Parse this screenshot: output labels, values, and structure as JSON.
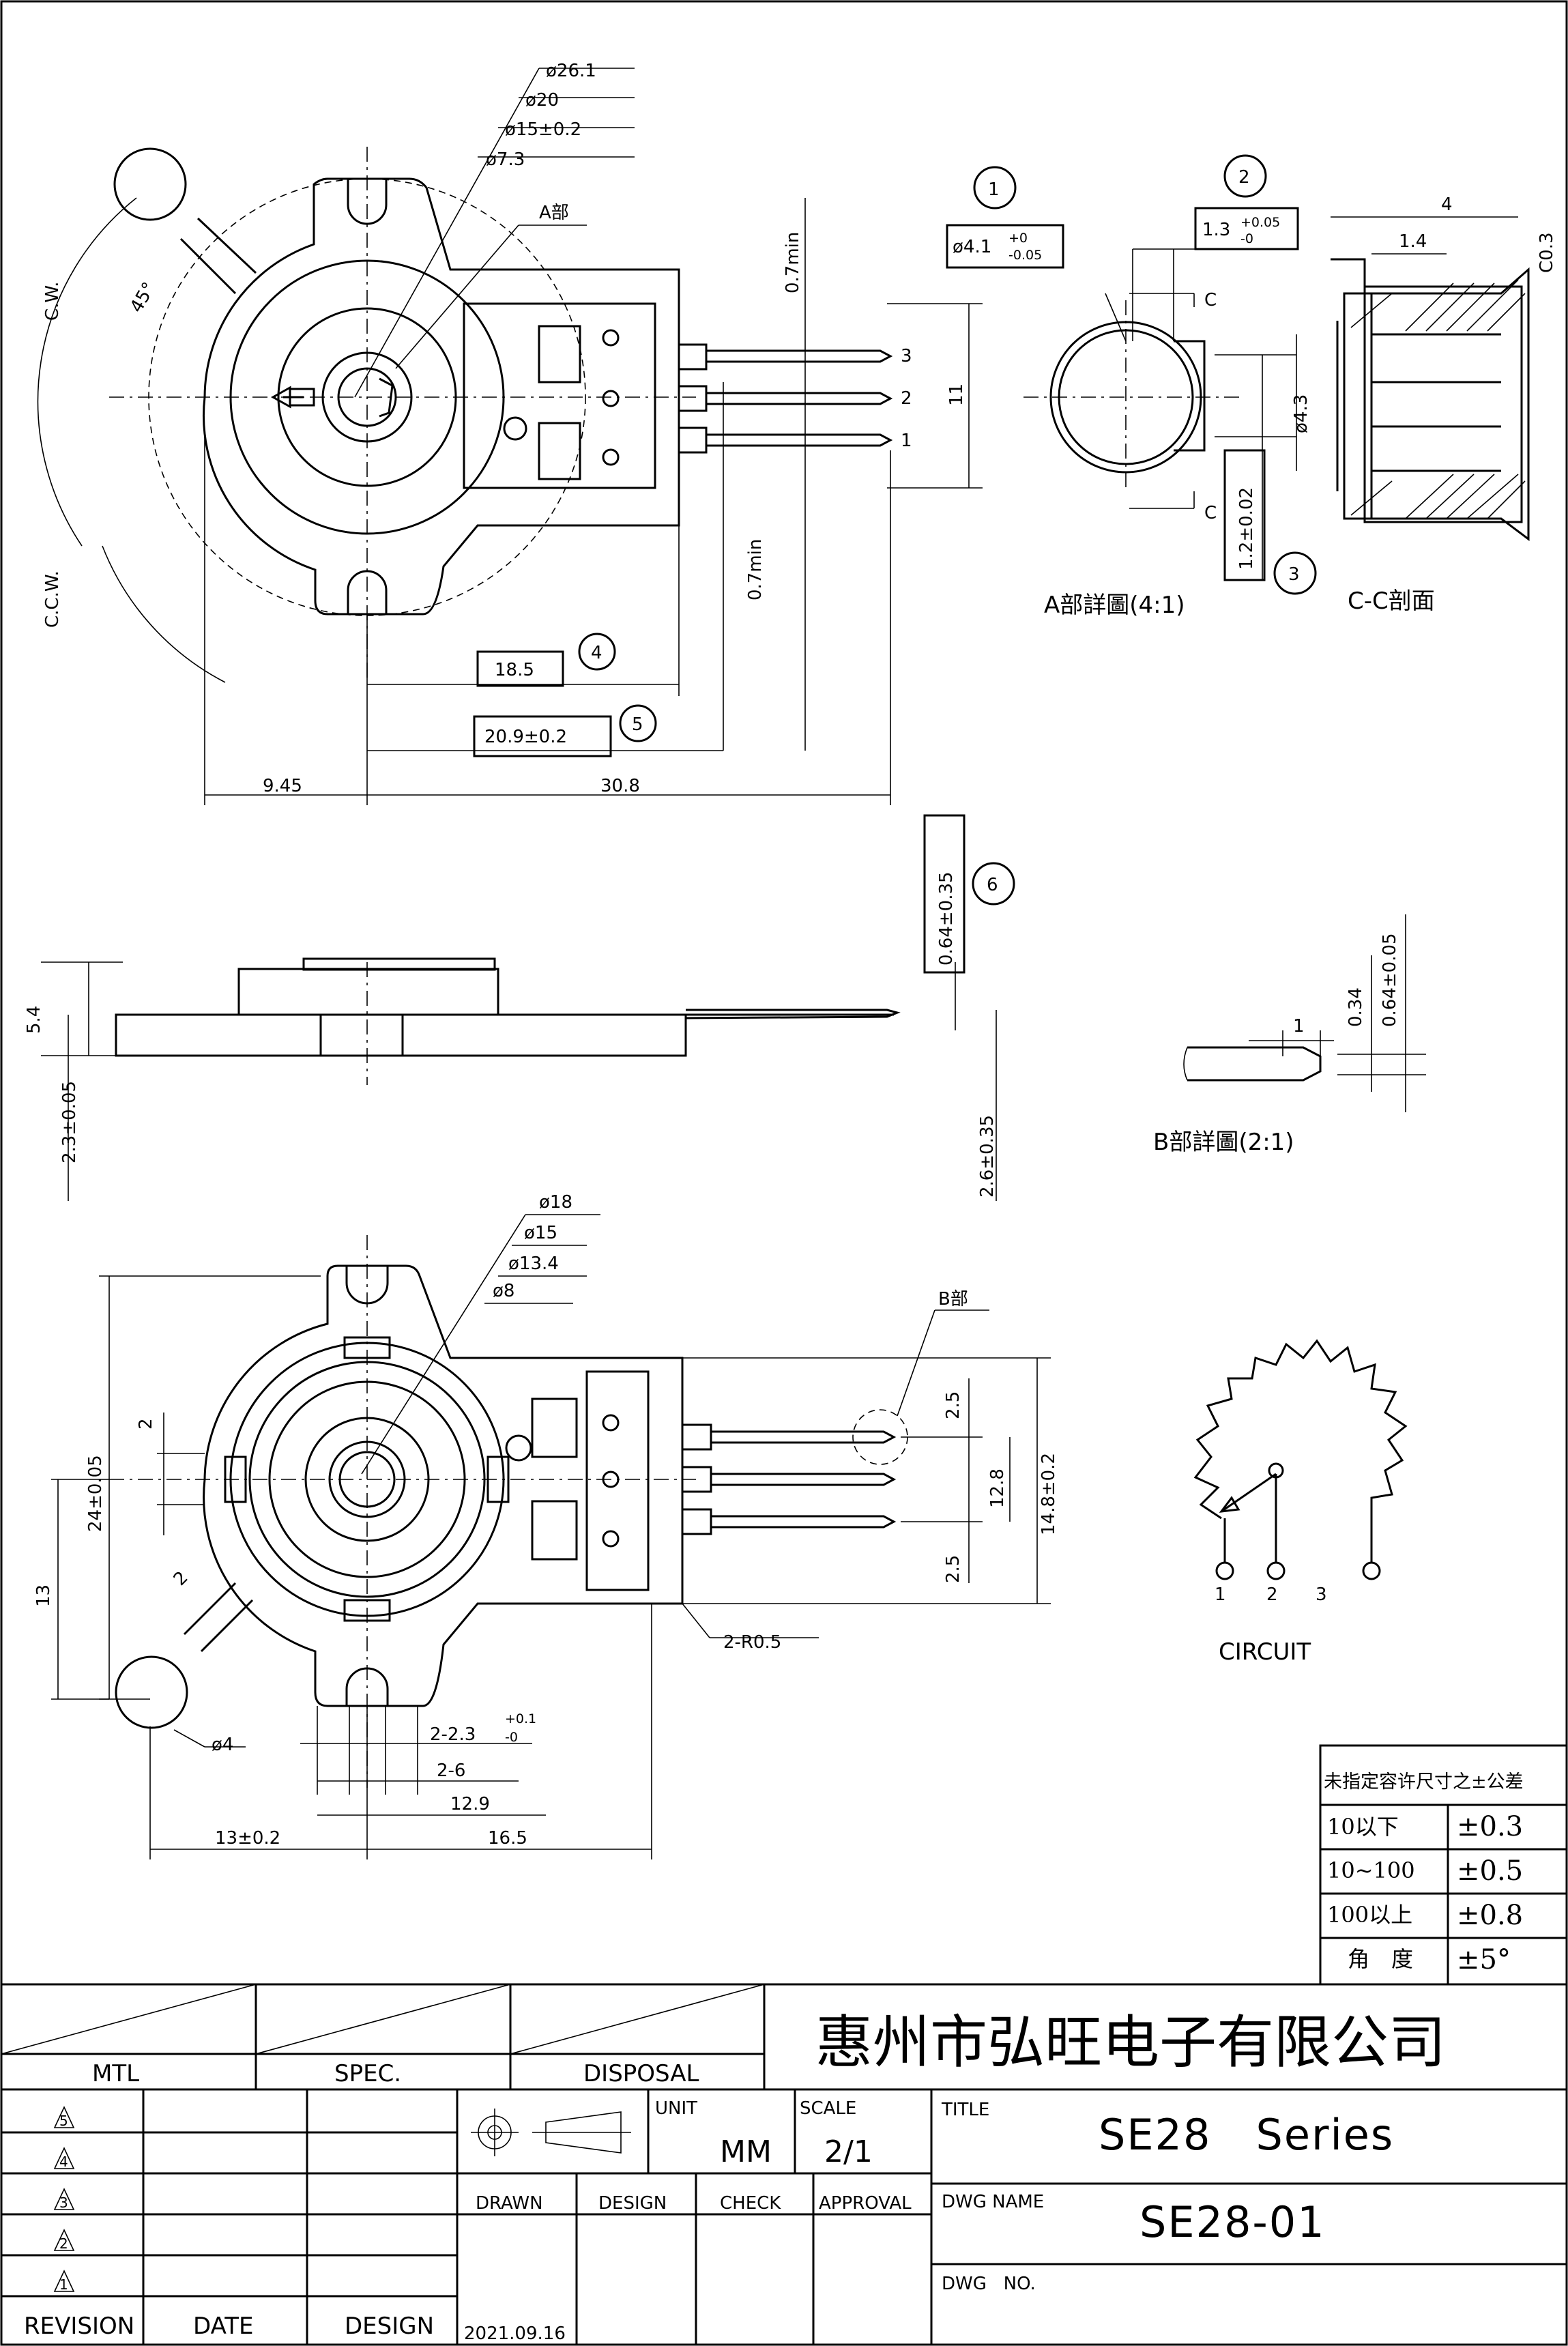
{
  "company": "惠州市弘旺电子有限公司",
  "title_block": {
    "mtl_label": "MTL",
    "spec_label": "SPEC.",
    "disposal_label": "DISPOSAL",
    "unit_label": "UNIT",
    "unit_value": "MM",
    "scale_label": "SCALE",
    "scale_value": "2/1",
    "title_label": "TITLE",
    "title_value": "SE28   Series",
    "dwg_name_label": "DWG  NAME",
    "dwg_name_value": "SE28-01",
    "dwg_no_label": "DWG   NO.",
    "drawn_label": "DRAWN",
    "design_label": "DESIGN",
    "check_label": "CHECK",
    "approval_label": "APPROVAL",
    "drawn_date": "2021.09.16",
    "revision_label": "REVISION",
    "date_label": "DATE",
    "rev_design_label": "DESIGN",
    "revisions": [
      "5",
      "4",
      "3",
      "2",
      "1"
    ]
  },
  "tolerance_table": {
    "header": "未指定容许尺寸之±公差",
    "rows": [
      {
        "range": "10以下",
        "tol": "±0.3"
      },
      {
        "range": "10~100",
        "tol": "±0.5"
      },
      {
        "range": "100以上",
        "tol": "±0.8"
      },
      {
        "range": "角　度",
        "tol": "±5°"
      }
    ]
  },
  "top_view": {
    "dia_labels": [
      "ø26.1",
      "ø20",
      "ø15±0.2",
      "ø7.3"
    ],
    "a_part": "A部",
    "cw": "C.W.",
    "ccw": "C.C.W.",
    "angle": "45°",
    "pins": [
      "3",
      "2",
      "1"
    ],
    "dim_0_7_min_top": "0.7min",
    "dim_0_7_min_bot": "0.7min",
    "dim_11": "11",
    "dim_18_5": "18.5",
    "dim_20_9": "20.9±0.2",
    "dim_9_45": "9.45",
    "dim_30_8": "30.8",
    "callouts": {
      "c4": "4",
      "c5": "5"
    }
  },
  "detail_a": {
    "dim_4_1": "ø4.1",
    "dim_4_1_tol_up": "+0",
    "dim_4_1_tol_dn": "-0.05",
    "dim_1_3": "1.3",
    "dim_1_3_tol_up": "+0.05",
    "dim_1_3_tol_dn": "-0",
    "dim_1_2": "1.2±0.02",
    "c_top": "C",
    "c_bot": "C",
    "caption": "A部詳圖(4:1)",
    "callouts": {
      "c1": "1",
      "c2": "2",
      "c3": "3"
    }
  },
  "section_cc": {
    "dim_4": "4",
    "dim_1_4": "1.4",
    "dim_c0_3": "C0.3",
    "dim_4_3": "ø4.3",
    "caption": "C-C剖面"
  },
  "side_view": {
    "dim_5_4": "5.4",
    "dim_2_3": "2.3±0.05",
    "dim_0_64": "0.64±0.35",
    "dim_2_6": "2.6±0.35",
    "callout6": "6"
  },
  "detail_b": {
    "dim_1": "1",
    "dim_0_34": "0.34",
    "dim_0_64": "0.64±0.05",
    "caption": "B部詳圖(2:1)"
  },
  "bottom_view": {
    "dia_labels": [
      "ø18",
      "ø15",
      "ø13.4",
      "ø8"
    ],
    "b_part": "B部",
    "dim_2": "2",
    "dim_24": "24±0.05",
    "dim_13": "13",
    "dim_2_5_top": "2.5",
    "dim_2_5_bot": "2.5",
    "dim_12_8": "12.8",
    "dim_14_8": "14.8±0.2",
    "dim_r05": "2-R0.5",
    "dim_2_small": "2",
    "dim_phi4": "ø4",
    "dim_2_2_3": "2-2.3",
    "dim_2_2_3_up": "+0.1",
    "dim_2_2_3_dn": "-0",
    "dim_2_6": "2-6",
    "dim_12_9": "12.9",
    "dim_13_02": "13±0.2",
    "dim_16_5": "16.5"
  },
  "circuit": {
    "pins": [
      "1",
      "2",
      "3"
    ],
    "caption": "CIRCUIT"
  }
}
